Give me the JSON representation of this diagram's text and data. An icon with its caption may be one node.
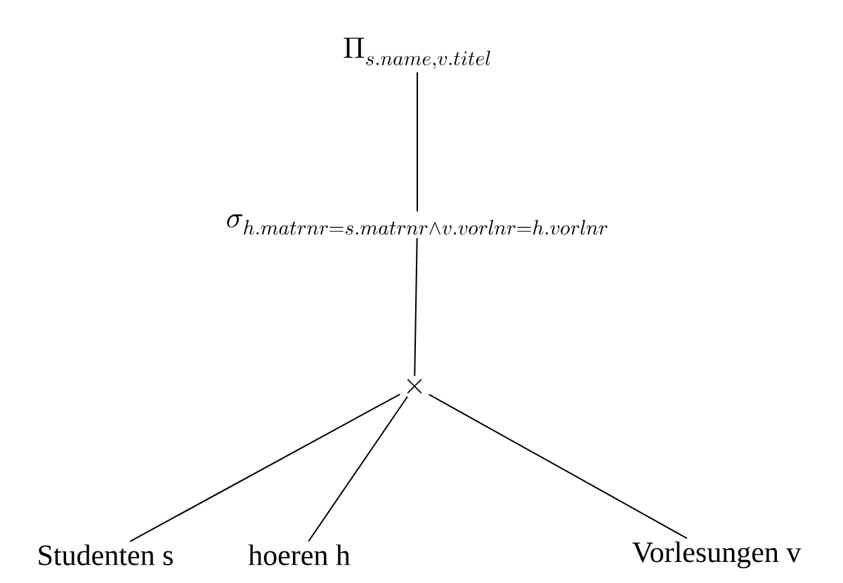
{
  "diagram": {
    "nodes": [
      {
        "text": [
          "\\Pi_{s.name,v.titel}"
        ]
      },
      {
        "text": [
          "\\sigma_{h.matrnr=s.matrnr\\land v.vorlnr=h.vorlnr}"
        ]
      },
      {
        "text": [
          "\\times"
        ]
      },
      {
        "text": [
          "Studenten s"
        ]
      },
      {
        "text": [
          "hoeren h"
        ]
      },
      {
        "text": [
          "Vorlesungen v"
        ]
      }
    ],
    "edges": [
      {
        "from": 0,
        "to": 1,
        "arrow": "none"
      },
      {
        "from": 1,
        "to": 2,
        "arrow": "none"
      },
      {
        "from": 2,
        "to": 3,
        "arrow": "none"
      },
      {
        "from": 2,
        "to": 4,
        "arrow": "none"
      },
      {
        "from": 2,
        "to": 5,
        "arrow": "none"
      }
    ]
  }
}
